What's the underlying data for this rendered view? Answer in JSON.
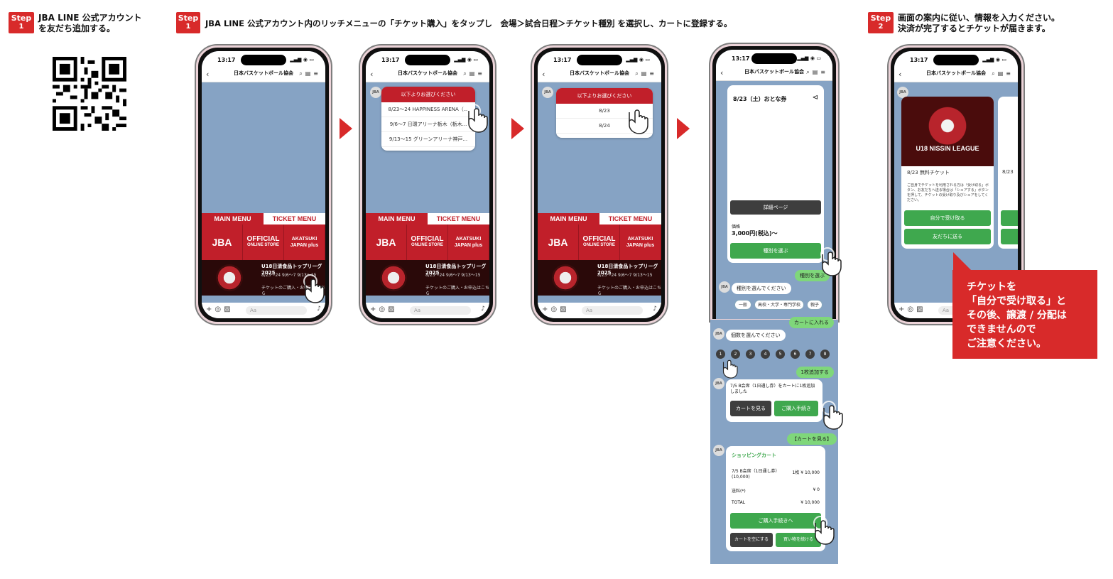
{
  "steps": {
    "step1a": {
      "badge_word": "Step",
      "badge_num": "1",
      "line1": "JBA LINE 公式アカウント",
      "line2": "を友だち追加する。"
    },
    "step1b": {
      "badge_word": "Step",
      "badge_num": "1",
      "text": "JBA LINE 公式アカウント内のリッチメニューの「チケット購入」をタップし　会場＞試合日程＞チケット種別 を選択し、カートに登録する。"
    },
    "step2": {
      "badge_word": "Step",
      "badge_num": "2",
      "line1": "画面の案内に従い、情報を入力ください。",
      "line2": "決済が完了するとチケットが届きます。"
    }
  },
  "phone_common": {
    "time": "13:17",
    "account_name": "日本バスケットボール協会",
    "rich_menu": {
      "tab_main": "MAIN MENU",
      "tab_ticket": "TICKET MENU",
      "jba": "JBA",
      "official_line1": "OFFICIAL",
      "official_line2": "ONLINE STORE",
      "akatsuki_line1": "AKATSUKI",
      "akatsuki_line2": "JAPAN plus",
      "banner_title": "U18日清食品トップリーグ2025",
      "banner_dates": "8/23～24  9/6～7  9/13～15",
      "banner_cta": "チケットのご購入・お申込はこちら",
      "banner_logo": "U18 NISSIN LEAGUE"
    },
    "input_placeholder": "Aa"
  },
  "phone2": {
    "popup_header": "以下よりお選びください",
    "options": [
      "8/23～24 HAPPINESS ARENA（...",
      "9/6～7 日環アリーナ栃木（栃木...",
      "9/13～15 グリーンアリーナ神戸..."
    ]
  },
  "phone3": {
    "popup_header": "以下よりお選びください",
    "options": [
      "8/23",
      "8/24"
    ]
  },
  "phone4": {
    "ticket_title": "8/23（土）おとな券",
    "detail_button": "詳細ページ",
    "price_label": "価格",
    "price": "3,000円(税込)～",
    "select_type_button": "種別を選ぶ",
    "user_reply_type": "種別を選ぶ",
    "prompt_type": "種別を選んでください",
    "type_options": [
      "一般",
      "高校・大学・専門学校",
      "親子"
    ],
    "user_reply_cart": "カートに入れる",
    "prompt_qty": "個数を選んでください",
    "qty_options": [
      "1",
      "2",
      "3",
      "4",
      "5",
      "6",
      "7",
      "8"
    ],
    "user_reply_qty": "1枚追加する",
    "added_msg": "7/5 B会席（1日通し券）をカートに1枚追加しました",
    "view_cart": "カートを見る",
    "proceed": "ご購入手続き",
    "user_reply_view": "【カートを見る】",
    "cart_title": "ショッピングカート",
    "cart_item": "7/5 B会席（1日通し券）(10,000)",
    "cart_qty_price": "1枚  ¥ 10,000",
    "shipping_label": "送料(*)",
    "shipping_value": "¥ 0",
    "total_label": "TOTAL",
    "total_value": "¥ 10,000",
    "checkout_button": "ご購入手続きへ",
    "empty_cart_button": "カートを空にする",
    "continue_button": "買い物を続ける"
  },
  "phone5": {
    "card_label": "8/23 無料チケット",
    "card_label2": "8/23",
    "card_desc": "ご自身でチケットを利用される方は「受け取る」ボタン、お友だちへ送る場合は「シェアする」ボタンを押して、チケットの受け取り及びシェアをしてください。",
    "receive_button": "自分で受け取る",
    "send_button": "友だちに送る",
    "card_image_text": "U18 NISSIN LEAGUE"
  },
  "callout": {
    "lines": [
      "チケットを",
      "「自分で受け取る」と",
      "その後、譲渡 / 分配は",
      "できませんので",
      "ご注意ください。"
    ]
  },
  "colors": {
    "brand_red": "#d82a2a",
    "line_green": "#3fa84e",
    "chat_bg": "#86a3c4"
  }
}
